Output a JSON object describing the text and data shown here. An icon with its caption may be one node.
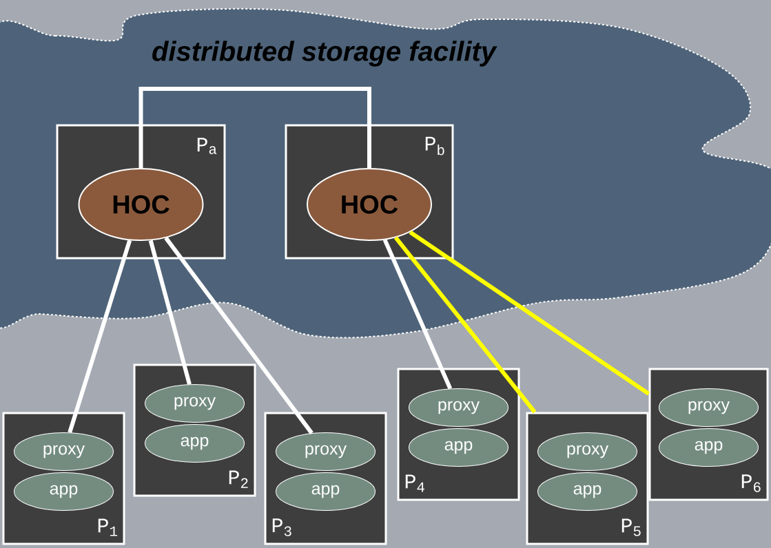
{
  "diagram": {
    "nodes": [
      {
        "text": [
          "distributed storage facility"
        ]
      },
      {
        "text": [
          "P$_{a}$"
        ],
        "in": 0
      },
      {
        "text": [
          "HOC"
        ],
        "in": 1
      },
      {
        "text": [
          "P$_{b}$"
        ],
        "in": 0
      },
      {
        "text": [
          "HOC"
        ],
        "in": 3
      },
      {
        "text": [
          "P$_{1}$"
        ]
      },
      {
        "text": [
          "proxy"
        ],
        "in": 5
      },
      {
        "text": [
          "app"
        ],
        "in": 5
      },
      {
        "text": [
          "P$_{2}$"
        ]
      },
      {
        "text": [
          "proxy"
        ],
        "in": 8
      },
      {
        "text": [
          "app"
        ],
        "in": 8
      },
      {
        "text": [
          "P$_{3}$"
        ]
      },
      {
        "text": [
          "proxy"
        ],
        "in": 11
      },
      {
        "text": [
          "app"
        ],
        "in": 11
      },
      {
        "text": [
          "P$_{4}$"
        ]
      },
      {
        "text": [
          "proxy"
        ],
        "in": 14
      },
      {
        "text": [
          "app"
        ],
        "in": 14
      },
      {
        "text": [
          "P$_{5}$"
        ]
      },
      {
        "text": [
          "proxy"
        ],
        "in": 17
      },
      {
        "text": [
          "app"
        ],
        "in": 17
      },
      {
        "text": [
          "P$_{6}$"
        ]
      },
      {
        "text": [
          "proxy"
        ],
        "in": 20
      },
      {
        "text": [
          "app"
        ],
        "in": 20
      }
    ],
    "edges": [
      {
        "from": 2,
        "to": 4,
        "arrow": "none"
      },
      {
        "from": 2,
        "to": 6,
        "arrow": "none"
      },
      {
        "from": 2,
        "to": 9,
        "arrow": "none"
      },
      {
        "from": 2,
        "to": 12,
        "arrow": "none"
      },
      {
        "from": 4,
        "to": 15,
        "arrow": "none"
      },
      {
        "from": 4,
        "to": 17,
        "arrow": "none",
        "color": "#ffff00"
      },
      {
        "from": 4,
        "to": 20,
        "arrow": "none",
        "color": "#ffff00"
      }
    ]
  }
}
